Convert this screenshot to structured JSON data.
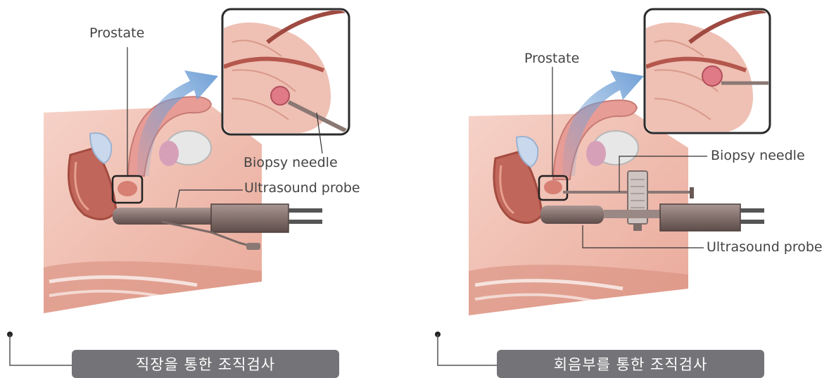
{
  "panels": {
    "left": {
      "prostate_label": "Prostate",
      "needle_label": "Biopsy needle",
      "probe_label": "Ultrasound probe",
      "caption": "직장을 통한 조직검사"
    },
    "right": {
      "prostate_label": "Prostate",
      "needle_label": "Biopsy needle",
      "probe_label": "Ultrasound probe",
      "caption": "회음부를 통한 조직검사"
    }
  },
  "colors": {
    "caption_bg": "#747478",
    "skin": "#efc0b4",
    "arrow": "#6f9fd6",
    "probe": "#8e7874"
  }
}
